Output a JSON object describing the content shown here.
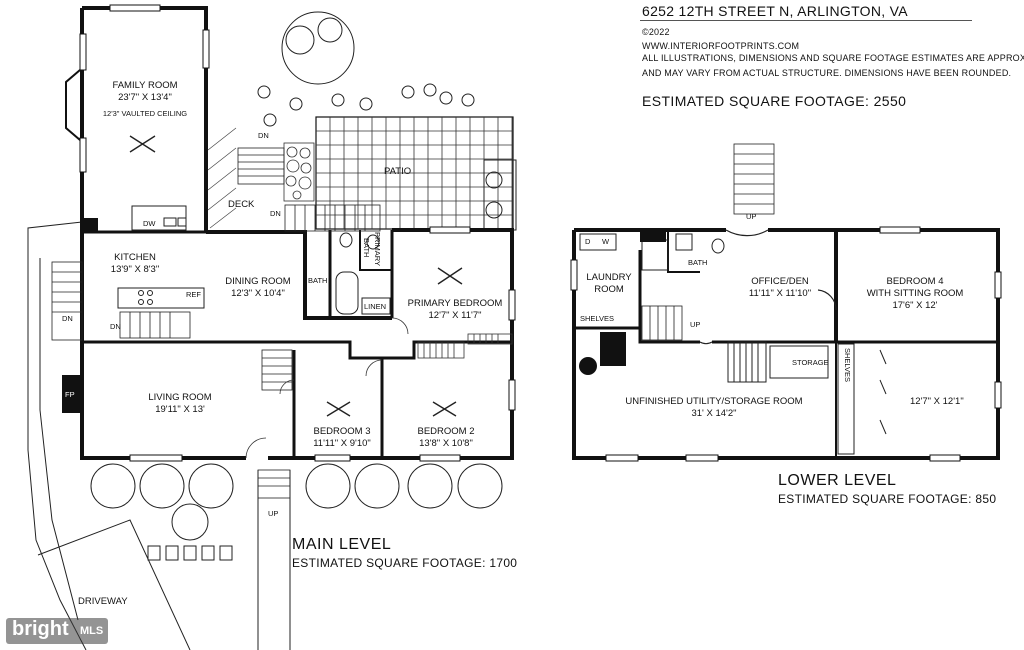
{
  "header": {
    "address": "6252 12TH STREET N, ARLINGTON, VA",
    "copyright": "©2022",
    "website": "WWW.INTERIORFOOTPRINTS.COM",
    "disclaimer_1": "ALL ILLUSTRATIONS, DIMENSIONS AND SQUARE FOOTAGE ESTIMATES ARE APPROXIMATE",
    "disclaimer_2": "AND MAY VARY FROM ACTUAL STRUCTURE. DIMENSIONS HAVE BEEN ROUNDED.",
    "total_sqft": "ESTIMATED SQUARE FOOTAGE: 2550"
  },
  "main_level": {
    "title": "MAIN LEVEL",
    "sqft": "ESTIMATED SQUARE FOOTAGE: 1700",
    "family_room": {
      "name": "FAMILY ROOM",
      "dims": "23'7\" X 13'4\"",
      "note": "12'3\" VAULTED CEILING"
    },
    "kitchen": {
      "name": "KITCHEN",
      "dims": "13'9\" X 8'3\""
    },
    "dining_room": {
      "name": "DINING ROOM",
      "dims": "12'3\" X 10'4\""
    },
    "living_room": {
      "name": "LIVING ROOM",
      "dims": "19'11\" X 13'"
    },
    "primary_bedroom": {
      "name": "PRIMARY BEDROOM",
      "dims": "12'7\" X 11'7\""
    },
    "bedroom_3": {
      "name": "BEDROOM 3",
      "dims": "11'11\" X 9'10\""
    },
    "bedroom_2": {
      "name": "BEDROOM 2",
      "dims": "13'8\" X 10'8\""
    },
    "bath": "BATH",
    "primary_bath_1": "PRIMARY",
    "primary_bath_2": "BATH",
    "linen": "LINEN",
    "patio": "PATIO",
    "deck": "DECK",
    "driveway": "DRIVEWAY",
    "fp": "FP",
    "ref": "REF",
    "dw": "DW",
    "dn_1": "DN",
    "dn_2": "DN",
    "dn_3": "DN",
    "dn_4": "DN",
    "up": "UP"
  },
  "lower_level": {
    "title": "LOWER LEVEL",
    "sqft": "ESTIMATED SQUARE FOOTAGE: 850",
    "laundry_1": "LAUNDRY",
    "laundry_2": "ROOM",
    "shelves_1": "SHELVES",
    "shelves_2": "SHELVES",
    "d": "D",
    "w": "W",
    "bath": "BATH",
    "office": {
      "name": "OFFICE/DEN",
      "dims": "11'11\" X 11'10\""
    },
    "bedroom_4": {
      "name_1": "BEDROOM 4",
      "name_2": "WITH SITTING ROOM",
      "dims": "17'6\" X 12'"
    },
    "utility": {
      "name": "UNFINISHED UTILITY/STORAGE ROOM",
      "dims": "31' X 14'2\""
    },
    "storage": "STORAGE",
    "sitting_dims": "12'7\" X 12'1\"",
    "up_1": "UP",
    "up_2": "UP"
  },
  "watermark": {
    "brand": "bright",
    "suffix": "MLS"
  }
}
